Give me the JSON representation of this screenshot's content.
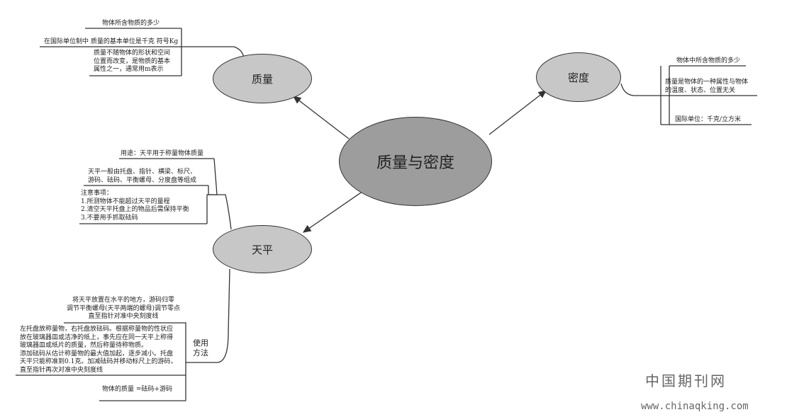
{
  "central": "质量与密度",
  "nodes": {
    "mass": "质量",
    "density": "密度",
    "balance": "天平",
    "usage": "使用方法"
  },
  "mass_notes": {
    "n1": "物体所含物质的多少",
    "n2": "在国际单位制中 质量的基本单位是千克 符号Kg",
    "n3": [
      "质量不随物体的形状和空间",
      "位置而改变，是物质的基本",
      "属性之一，通常用m表示"
    ]
  },
  "density_notes": {
    "n1": "物体中所含物质的多少",
    "n2": [
      "质量是物体的一种属性与物体",
      "的温度、状态、位置无关"
    ],
    "n3": "国际单位：千克/立方米"
  },
  "balance_notes": {
    "n1": "用途：天平用于称量物体质量",
    "n2": [
      "天平一般由托盘、指针、横梁、标尺、",
      "游码、砝码、平衡螺母、分度盘等组成"
    ],
    "n3": [
      "注意事项：",
      "1.所测物体不能超过天平的量程",
      "2.清空天平托盘上的物品后需保持平衡",
      "3.不要用手抓取砝码"
    ]
  },
  "usage_notes": {
    "n1": [
      "将天平放置在水平的地方，游码归零",
      "调节平衡螺母(天平两端的螺母)调节零点",
      "直至指针对准中央刻度线"
    ],
    "n2": [
      "左托盘放称量物，右托盘放砝码。根据称量物的性状应",
      "放在玻璃器皿或洁净的纸上，事先应在同一天平上称得",
      "玻璃器皿或纸片的质量，然后称量待称物质。",
      "添加砝码从估计称量物的最大值加起，逐步减小。托盘",
      "天平只能称准到0.1克。加减砝码并移动标尺上的游码，",
      "直至指针再次对准中央刻度线"
    ],
    "n3": "物体的质量 =砝码+游码"
  },
  "watermark": {
    "cn": "中国期刊网",
    "url": "www.chinaqking.com"
  }
}
